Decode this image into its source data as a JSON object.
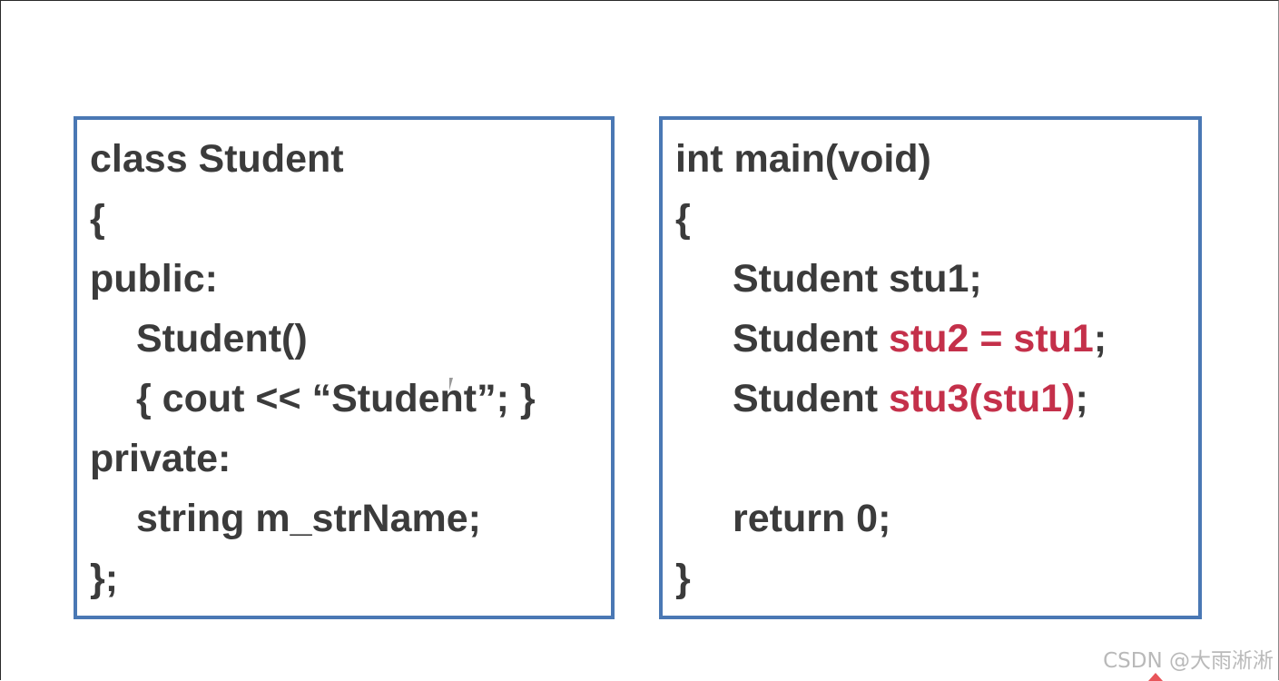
{
  "left_code": {
    "lines": [
      "class Student",
      "{",
      "public:",
      "Student()",
      "{ cout << “Student”; }",
      "private:",
      "string m_strName;",
      "};"
    ]
  },
  "right_code": {
    "line1": "int main(void)",
    "line2": "{",
    "line3": "Student stu1;",
    "line4_prefix": "Student ",
    "line4_highlight": "stu2 = stu1",
    "line4_suffix": ";",
    "line5_prefix": "Student ",
    "line5_highlight": "stu3(stu1)",
    "line5_suffix": ";",
    "line6": "return 0;",
    "line7": "}"
  },
  "watermark": "CSDN @大雨淅淅",
  "colors": {
    "box_border": "#4a78b4",
    "code_text": "#3b3b3b",
    "highlight": "#c4304a"
  }
}
